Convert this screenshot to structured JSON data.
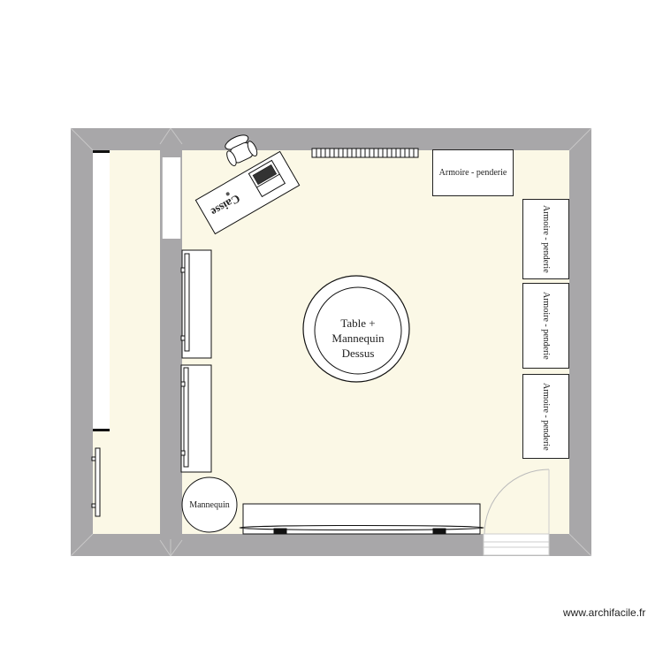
{
  "plan": {
    "rooms": [
      {
        "id": "corridor",
        "label": ""
      },
      {
        "id": "shop",
        "label": ""
      }
    ],
    "furniture": {
      "checkout": {
        "label": "Caisse"
      },
      "wardrobe_top": {
        "label": "Armoire - penderie"
      },
      "wardrobes_right": [
        {
          "label": "Armoire - penderie"
        },
        {
          "label": "Armoire - penderie"
        },
        {
          "label": "Armoire - penderie"
        }
      ],
      "center_table": {
        "line1": "Table +",
        "line2": "Mannequin",
        "line3": "Dessus"
      },
      "mannequin": {
        "label": "Mannequin"
      }
    },
    "colors": {
      "wall": "#a8a7a9",
      "floor": "#fbf8e6",
      "furniture": "#ffffff",
      "outline": "#222222"
    }
  },
  "footer": {
    "watermark": "www.archifacile.fr"
  }
}
